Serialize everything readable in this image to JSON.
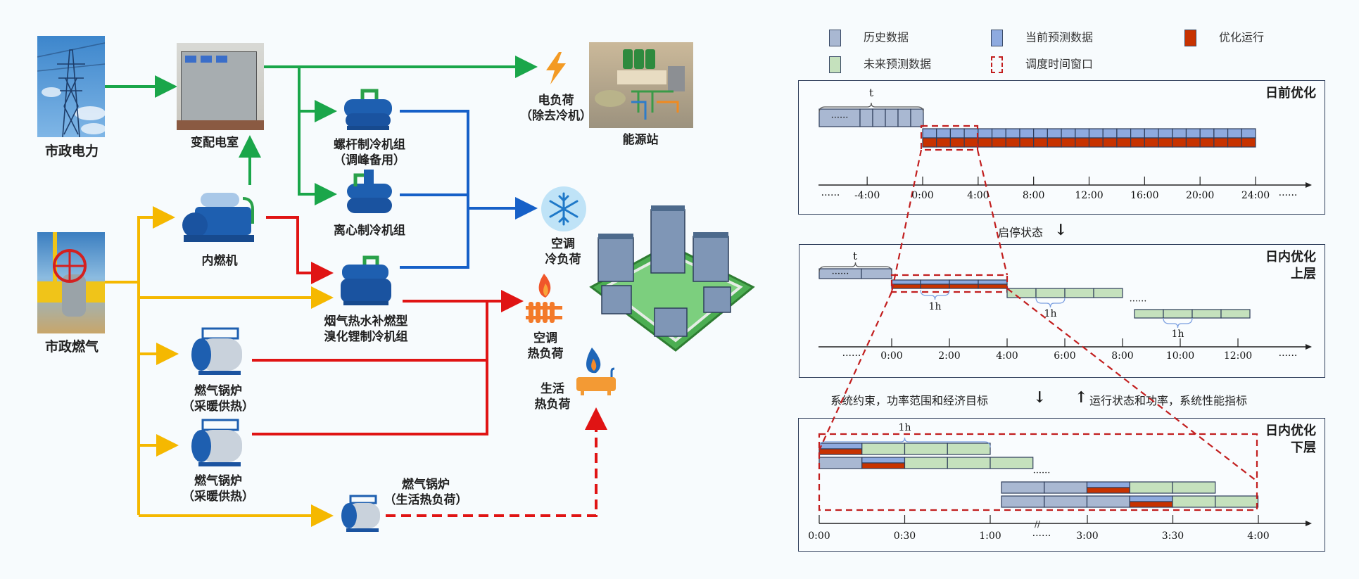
{
  "colors": {
    "electric": "#1aa64a",
    "gas": "#f5b800",
    "cooling": "#1660c8",
    "heat": "#e01414",
    "history": "#a9b8d2",
    "current_forecast": "#8eaadf",
    "optimized_run": "#c73200",
    "future_forecast": "#c5e1bd",
    "dispatch_window": "#c21e1e"
  },
  "left_diagram": {
    "sources": {
      "grid_power": "市政电力",
      "natural_gas": "市政燃气"
    },
    "equipment": {
      "substation": "变配电室",
      "screw_chiller": [
        "螺杆制冷机组",
        "（调峰备用）"
      ],
      "centrifugal_chiller": "离心制冷机组",
      "ice_engine": "内燃机",
      "absorption_chiller": [
        "烟气热水补燃型",
        "溴化锂制冷机组"
      ],
      "boiler_1": [
        "燃气锅炉",
        "（采暖供热）"
      ],
      "boiler_2": [
        "燃气锅炉",
        "（采暖供热）"
      ],
      "boiler_3": [
        "燃气锅炉",
        "（生活热负荷）"
      ],
      "energy_station": "能源站"
    },
    "loads": {
      "electric_load": [
        "电负荷",
        "（除去冷机）"
      ],
      "cooling_load": [
        "空调",
        "冷负荷"
      ],
      "heating_load": [
        "空调",
        "热负荷"
      ],
      "domestic_heat_load": [
        "生活",
        "热负荷"
      ]
    }
  },
  "legend": {
    "history": "历史数据",
    "current_forecast": "当前预测数据",
    "optimized_run": "优化运行",
    "future_forecast": "未来预测数据",
    "dispatch_window": "调度时间窗口"
  },
  "panels": {
    "day_ahead": {
      "title": "日前优化",
      "brace_label": "t",
      "ellipsis": "······",
      "ticks": [
        "-4:00",
        "0:00",
        "4:00",
        "8:00",
        "12:00",
        "16:00",
        "20:00",
        "24:00"
      ],
      "history_cells": 5,
      "forecast_cells": 24,
      "window_cells": 4
    },
    "intraday_upper": {
      "title": "日内优化\n上层",
      "brace_label": "t",
      "interval_label": "1h",
      "ellipsis": "······",
      "ticks": [
        "0:00",
        "2:00",
        "4:00",
        "6:00",
        "8:00",
        "10:00",
        "12:00"
      ]
    },
    "intraday_lower": {
      "title": "日内优化\n下层",
      "interval_label": "1h",
      "ellipsis": "······",
      "ticks": [
        "0:00",
        "0:30",
        "1:00",
        "3:00",
        "3:30",
        "4:00"
      ]
    }
  },
  "annotations": {
    "start_stop": "启停状态",
    "down_info": "系统约束，功率范围和经济目标",
    "up_info": "运行状态和功率，系统性能指标"
  }
}
